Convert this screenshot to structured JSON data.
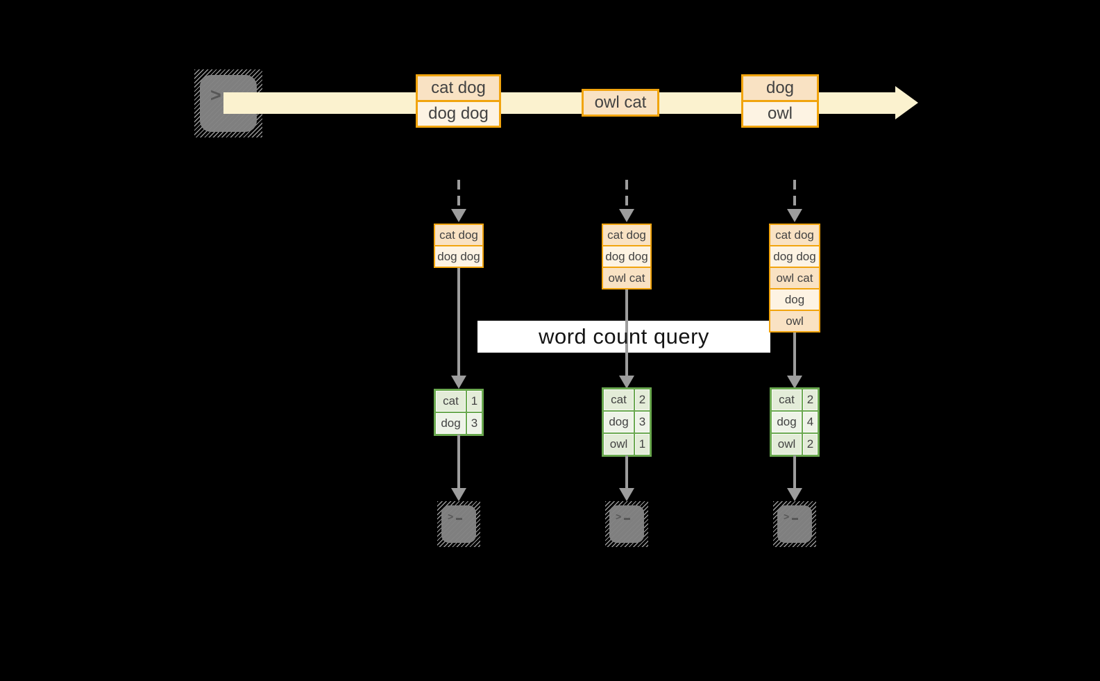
{
  "colors": {
    "background": "#000000",
    "stream_band": "#fbf2cf",
    "orange_border": "#f1a40e",
    "cell_peach": "#f9e2c3",
    "cell_cream": "#fdf3e3",
    "green_border": "#6aa84f",
    "cell_sage": "#e3ecd8",
    "cell_sage_light": "#eef3e8",
    "arrow_gray": "#9d9d9d",
    "terminal_body": "#7f7f7f",
    "terminal_glyph": "#575757",
    "box_text": "#424242",
    "query_bg": "#ffffff",
    "query_text": "#141414"
  },
  "source": {
    "icon": "terminal-icon",
    "prompt_symbol": ">"
  },
  "stream": {
    "messages": [
      {
        "lines": [
          "cat dog",
          "dog dog"
        ]
      },
      {
        "lines": [
          "owl cat"
        ]
      },
      {
        "lines": [
          "dog",
          "owl"
        ]
      }
    ]
  },
  "query_label": "word count query",
  "columns": [
    {
      "buffer": [
        "cat dog",
        "dog dog"
      ],
      "counts": [
        [
          "cat",
          "1"
        ],
        [
          "dog",
          "3"
        ]
      ],
      "sink_icon": "terminal-icon"
    },
    {
      "buffer": [
        "cat dog",
        "dog dog",
        "owl cat"
      ],
      "counts": [
        [
          "cat",
          "2"
        ],
        [
          "dog",
          "3"
        ],
        [
          "owl",
          "1"
        ]
      ],
      "sink_icon": "terminal-icon"
    },
    {
      "buffer": [
        "cat dog",
        "dog dog",
        "owl cat",
        "dog",
        "owl"
      ],
      "counts": [
        [
          "cat",
          "2"
        ],
        [
          "dog",
          "4"
        ],
        [
          "owl",
          "2"
        ]
      ],
      "sink_icon": "terminal-icon"
    }
  ]
}
